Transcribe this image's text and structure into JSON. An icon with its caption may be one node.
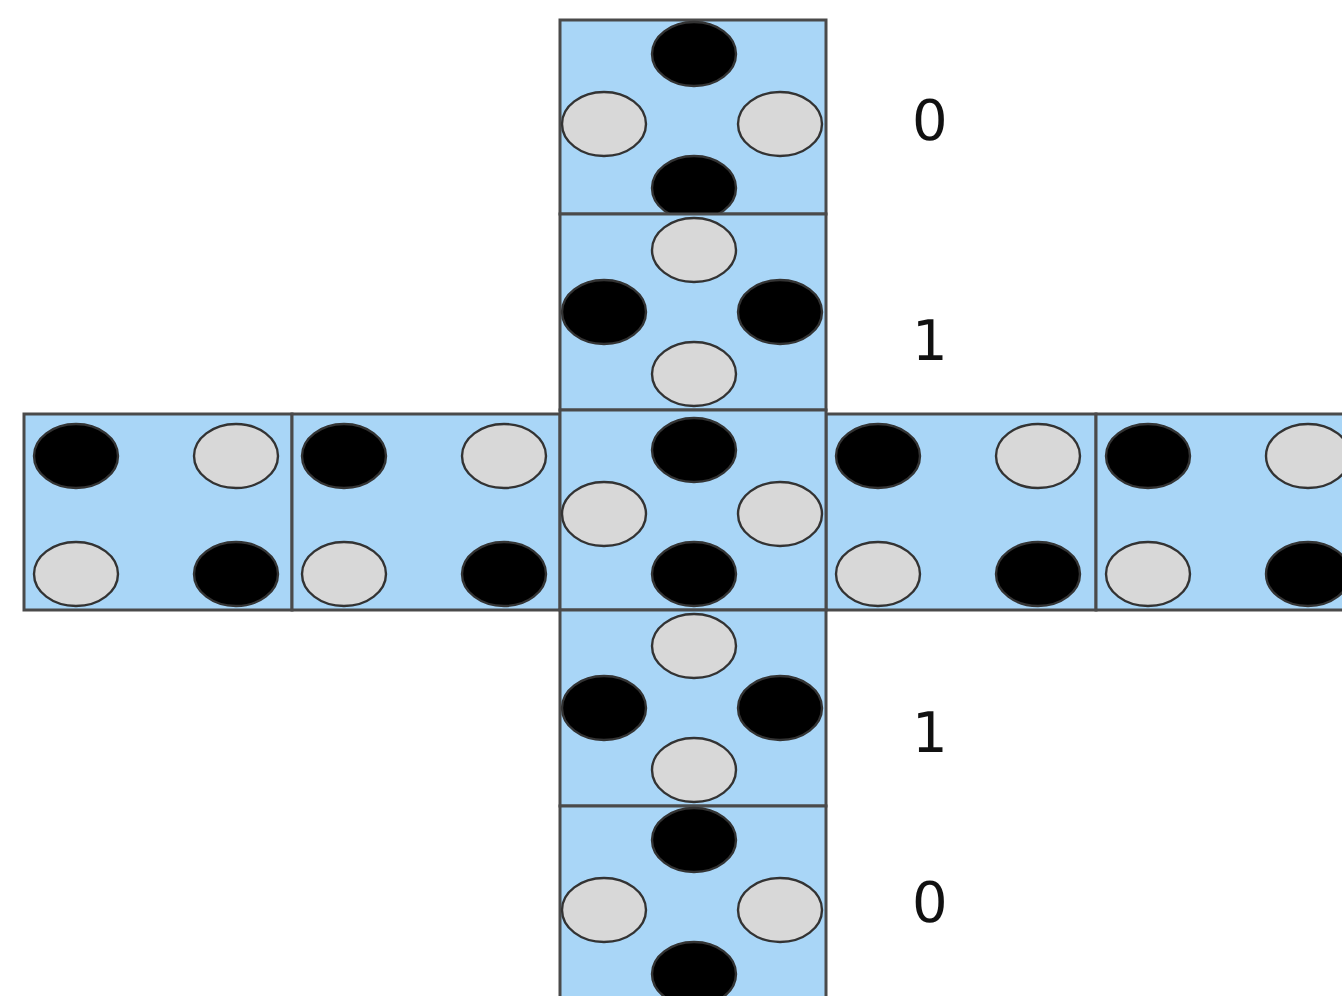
{
  "diagram": {
    "labels": [
      "0",
      "1",
      "1",
      "0"
    ]
  }
}
